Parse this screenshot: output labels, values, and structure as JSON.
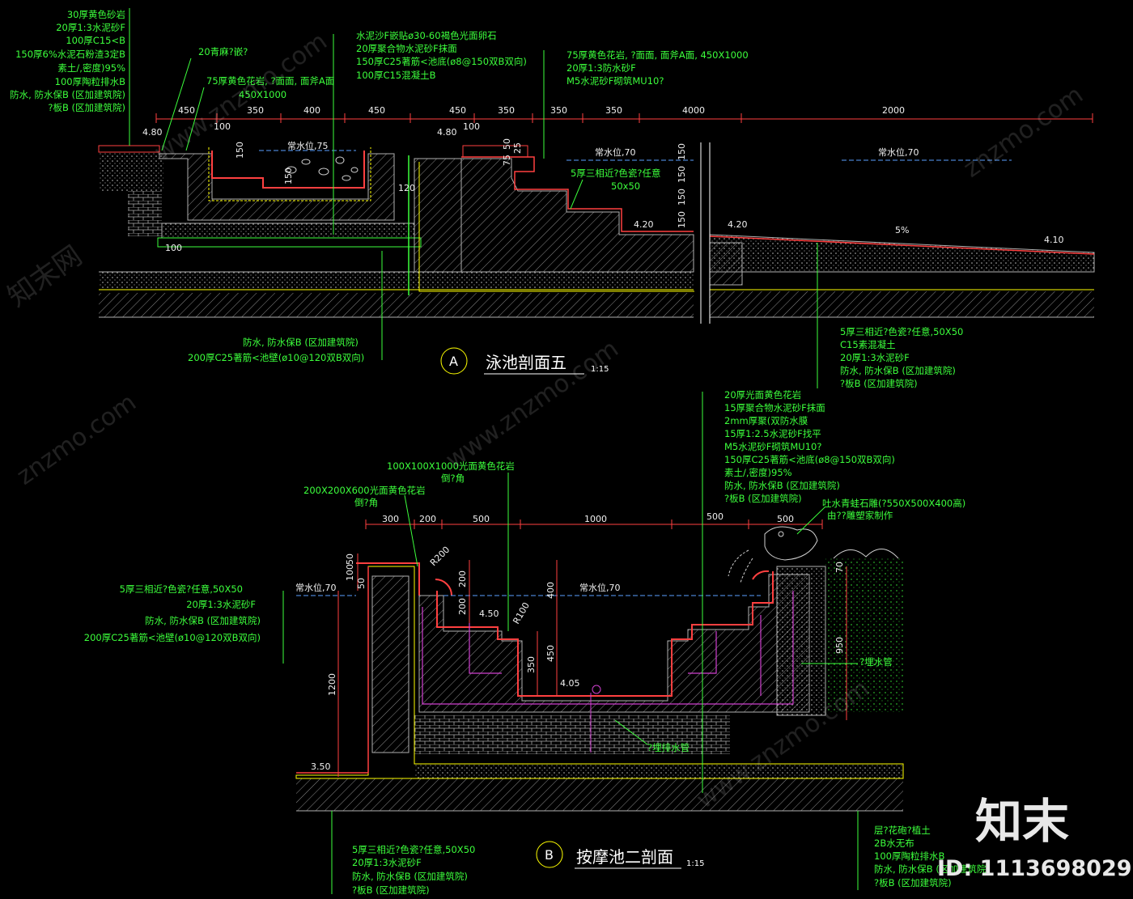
{
  "colors": {
    "background": "#000000",
    "annotation": "#3cff3c",
    "dimension": "#f0f0f0",
    "concrete": "#b0b0b0",
    "hatch": "#8a8a8a",
    "waterproof": "#ffff00",
    "tile": "#ff4040",
    "rebar": "#d040d0"
  },
  "sectionA": {
    "tag": "A",
    "title": "泳池剖面五",
    "scale": "1:15",
    "leftNotes": [
      "30厚黄色砂岩",
      "20厚1:3水泥砂F",
      "100厚C15<B",
      "150厚6%水泥石粉渣3定B",
      "素土/,密度)95%",
      "100厚陶粒排水B",
      "防水, 防水保B (区加建筑院)",
      "?板B (区加建筑院)"
    ],
    "noteGap": "20青麻?嵌?",
    "noteStone": "75厚黄色花岩, ?面面, 面斧A面",
    "noteStoneSize": "450X1000",
    "pebbleNotes": [
      "水泥沙F嵌贴ø30-60褐色光面卵石",
      "20厚聚合物水泥砂F抹面",
      "150厚C25著筋<池底(ø8@150双B双向)",
      "100厚C15混凝土B"
    ],
    "rightNotes": [
      "75厚黄色花岩, ?面面, 面斧A面, 450X1000",
      "20厚1:3防水砂F",
      "M5水泥砂F砌筑MU10?"
    ],
    "tileNote": "5厚三相近?色瓷?任意",
    "tileSize": "50x50",
    "waterA1": "常水位,75",
    "waterA2": "常水位,70",
    "waterA3": "常水位,70",
    "bottomNotes": [
      "防水, 防水保B (区加建筑院)",
      "200厚C25著筋<池壁(ø10@120双B双向)"
    ],
    "bottomRightNotes": [
      "5厚三相近?色瓷?任意,50X50",
      "C15素混凝土",
      "20厚1:3水泥砂F",
      "防水, 防水保B (区加建筑院)",
      "?板B (区加建筑院)"
    ],
    "dims": [
      "450",
      "350",
      "400",
      "450",
      "450",
      "350",
      "350",
      "350",
      "4000",
      "2000"
    ],
    "subDims": [
      "100",
      "100",
      "150",
      "150",
      "120",
      "100",
      "75",
      "50",
      "25"
    ],
    "stepDims": [
      "150",
      "150",
      "150",
      "150"
    ],
    "levels": [
      "4.80",
      "4.80",
      "4.20",
      "4.20",
      "4.10"
    ],
    "slope": "5%"
  },
  "sectionB": {
    "tag": "B",
    "title": "按摩池二剖面",
    "scale": "1:15",
    "topNotes": [
      "20厚光面黄色花岩",
      "15厚聚合物水泥砂F抹面",
      "2mm厚聚(双防水膜",
      "15厚1:2.5水泥砂F找平",
      "M5水泥砂F砌筑MU10?",
      "150厚C25著筋<池底(ø8@150双B双向)",
      "素土/,密度)95%",
      "防水, 防水保B (区加建筑院)",
      "?板B (区加建筑院)"
    ],
    "note100": "100X100X1000光面黄色花岩",
    "note100b": "倒?角",
    "note200": "200X200X600光面黄色花岩",
    "note200b": "倒?角",
    "frogNote": "吐水青蛙石雕(?550X500X400高)",
    "frogNote2": "由??雕塑家制作",
    "leftNotes": [
      "5厚三相近?色瓷?任意,50X50",
      "20厚1:3水泥砂F",
      "防水, 防水保B (区加建筑院)",
      "200厚C25著筋<池壁(ø10@120双B双向)"
    ],
    "waterB1": "常水位,70",
    "waterB2": "常水位,70",
    "pipeNote": "?埋水管",
    "drainNote": "?埋排水管",
    "bottomNotes": [
      "5厚三相近?色瓷?任意,50X50",
      "20厚1:3水泥砂F",
      "防水, 防水保B (区加建筑院)",
      "?板B (区加建筑院)"
    ],
    "bottomRightNotes": [
      "层?花砲?植土",
      "2B水无布",
      "100厚陶粒排水B",
      "防水, 防水保B (区加建筑院)",
      "?板B (区加建筑院)"
    ],
    "dims": [
      "300",
      "200",
      "500",
      "1000",
      "500",
      "500"
    ],
    "vDims": [
      "50",
      "100",
      "50",
      "200",
      "200",
      "400",
      "350",
      "450",
      "1200",
      "950",
      "70"
    ],
    "radii": [
      "R200",
      "R100"
    ],
    "levels": [
      "4.50",
      "4.05",
      "3.50"
    ]
  },
  "watermark": {
    "brand": "知末",
    "id": "ID: 1113698029",
    "site": "www.znzmo.com",
    "site2": "znzmo.com",
    "site3": "知末网"
  }
}
